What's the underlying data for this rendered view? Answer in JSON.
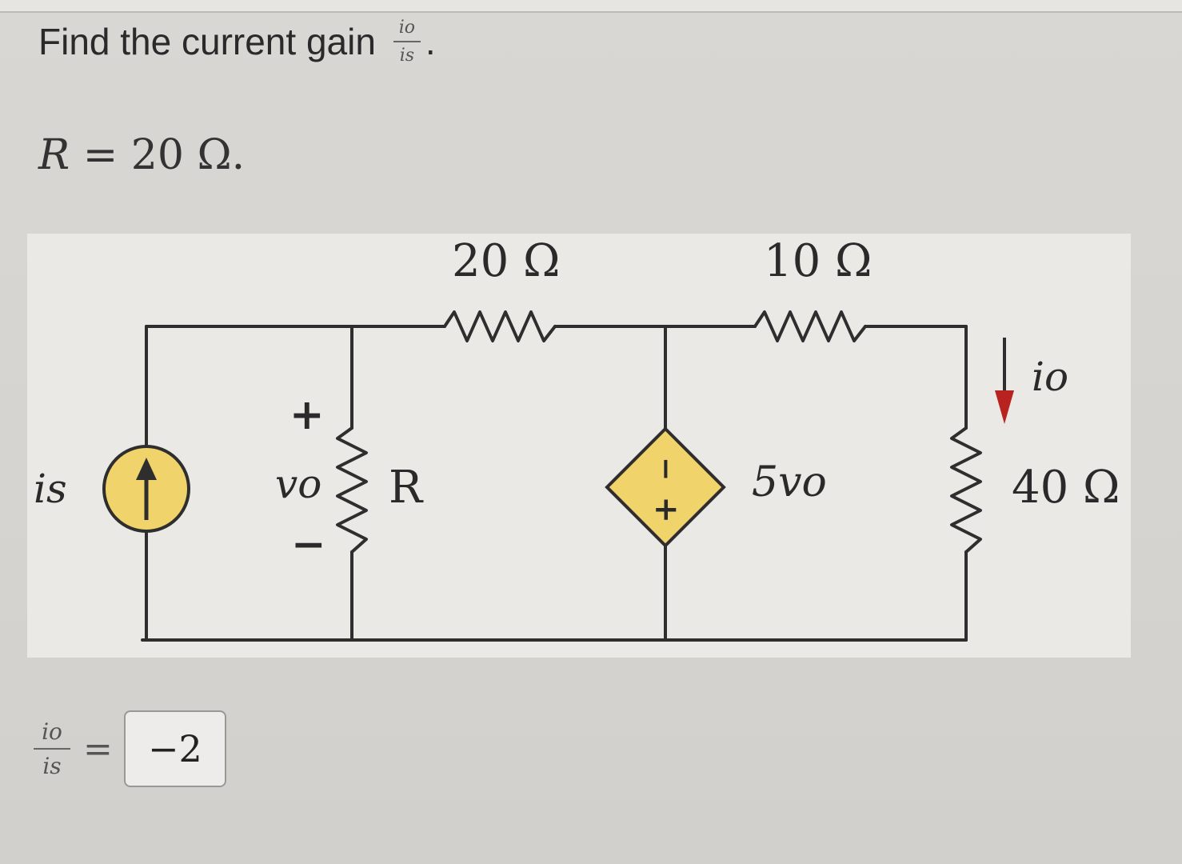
{
  "question": {
    "text": "Find the current gain",
    "fraction_num": "io",
    "fraction_den": "is",
    "end": "."
  },
  "given": {
    "var": "R",
    "rest": "= 20 Ω."
  },
  "circuit": {
    "r_top_left": "20 Ω",
    "r_top_right": "10 Ω",
    "r_right": "40 Ω",
    "r_mid": "R",
    "source_label": "is",
    "vo_label": "vo",
    "vo_plus": "+",
    "vo_minus": "−",
    "dep_label": "5vo",
    "dep_minus": "−",
    "dep_plus": "+",
    "io_label": "io"
  },
  "answer": {
    "num": "io",
    "den": "is",
    "eq": "=",
    "value": "−2"
  },
  "colors": {
    "wire": "#2e2e2e",
    "source_fill": "#f0d36a",
    "arrow_red": "#b8231f"
  }
}
